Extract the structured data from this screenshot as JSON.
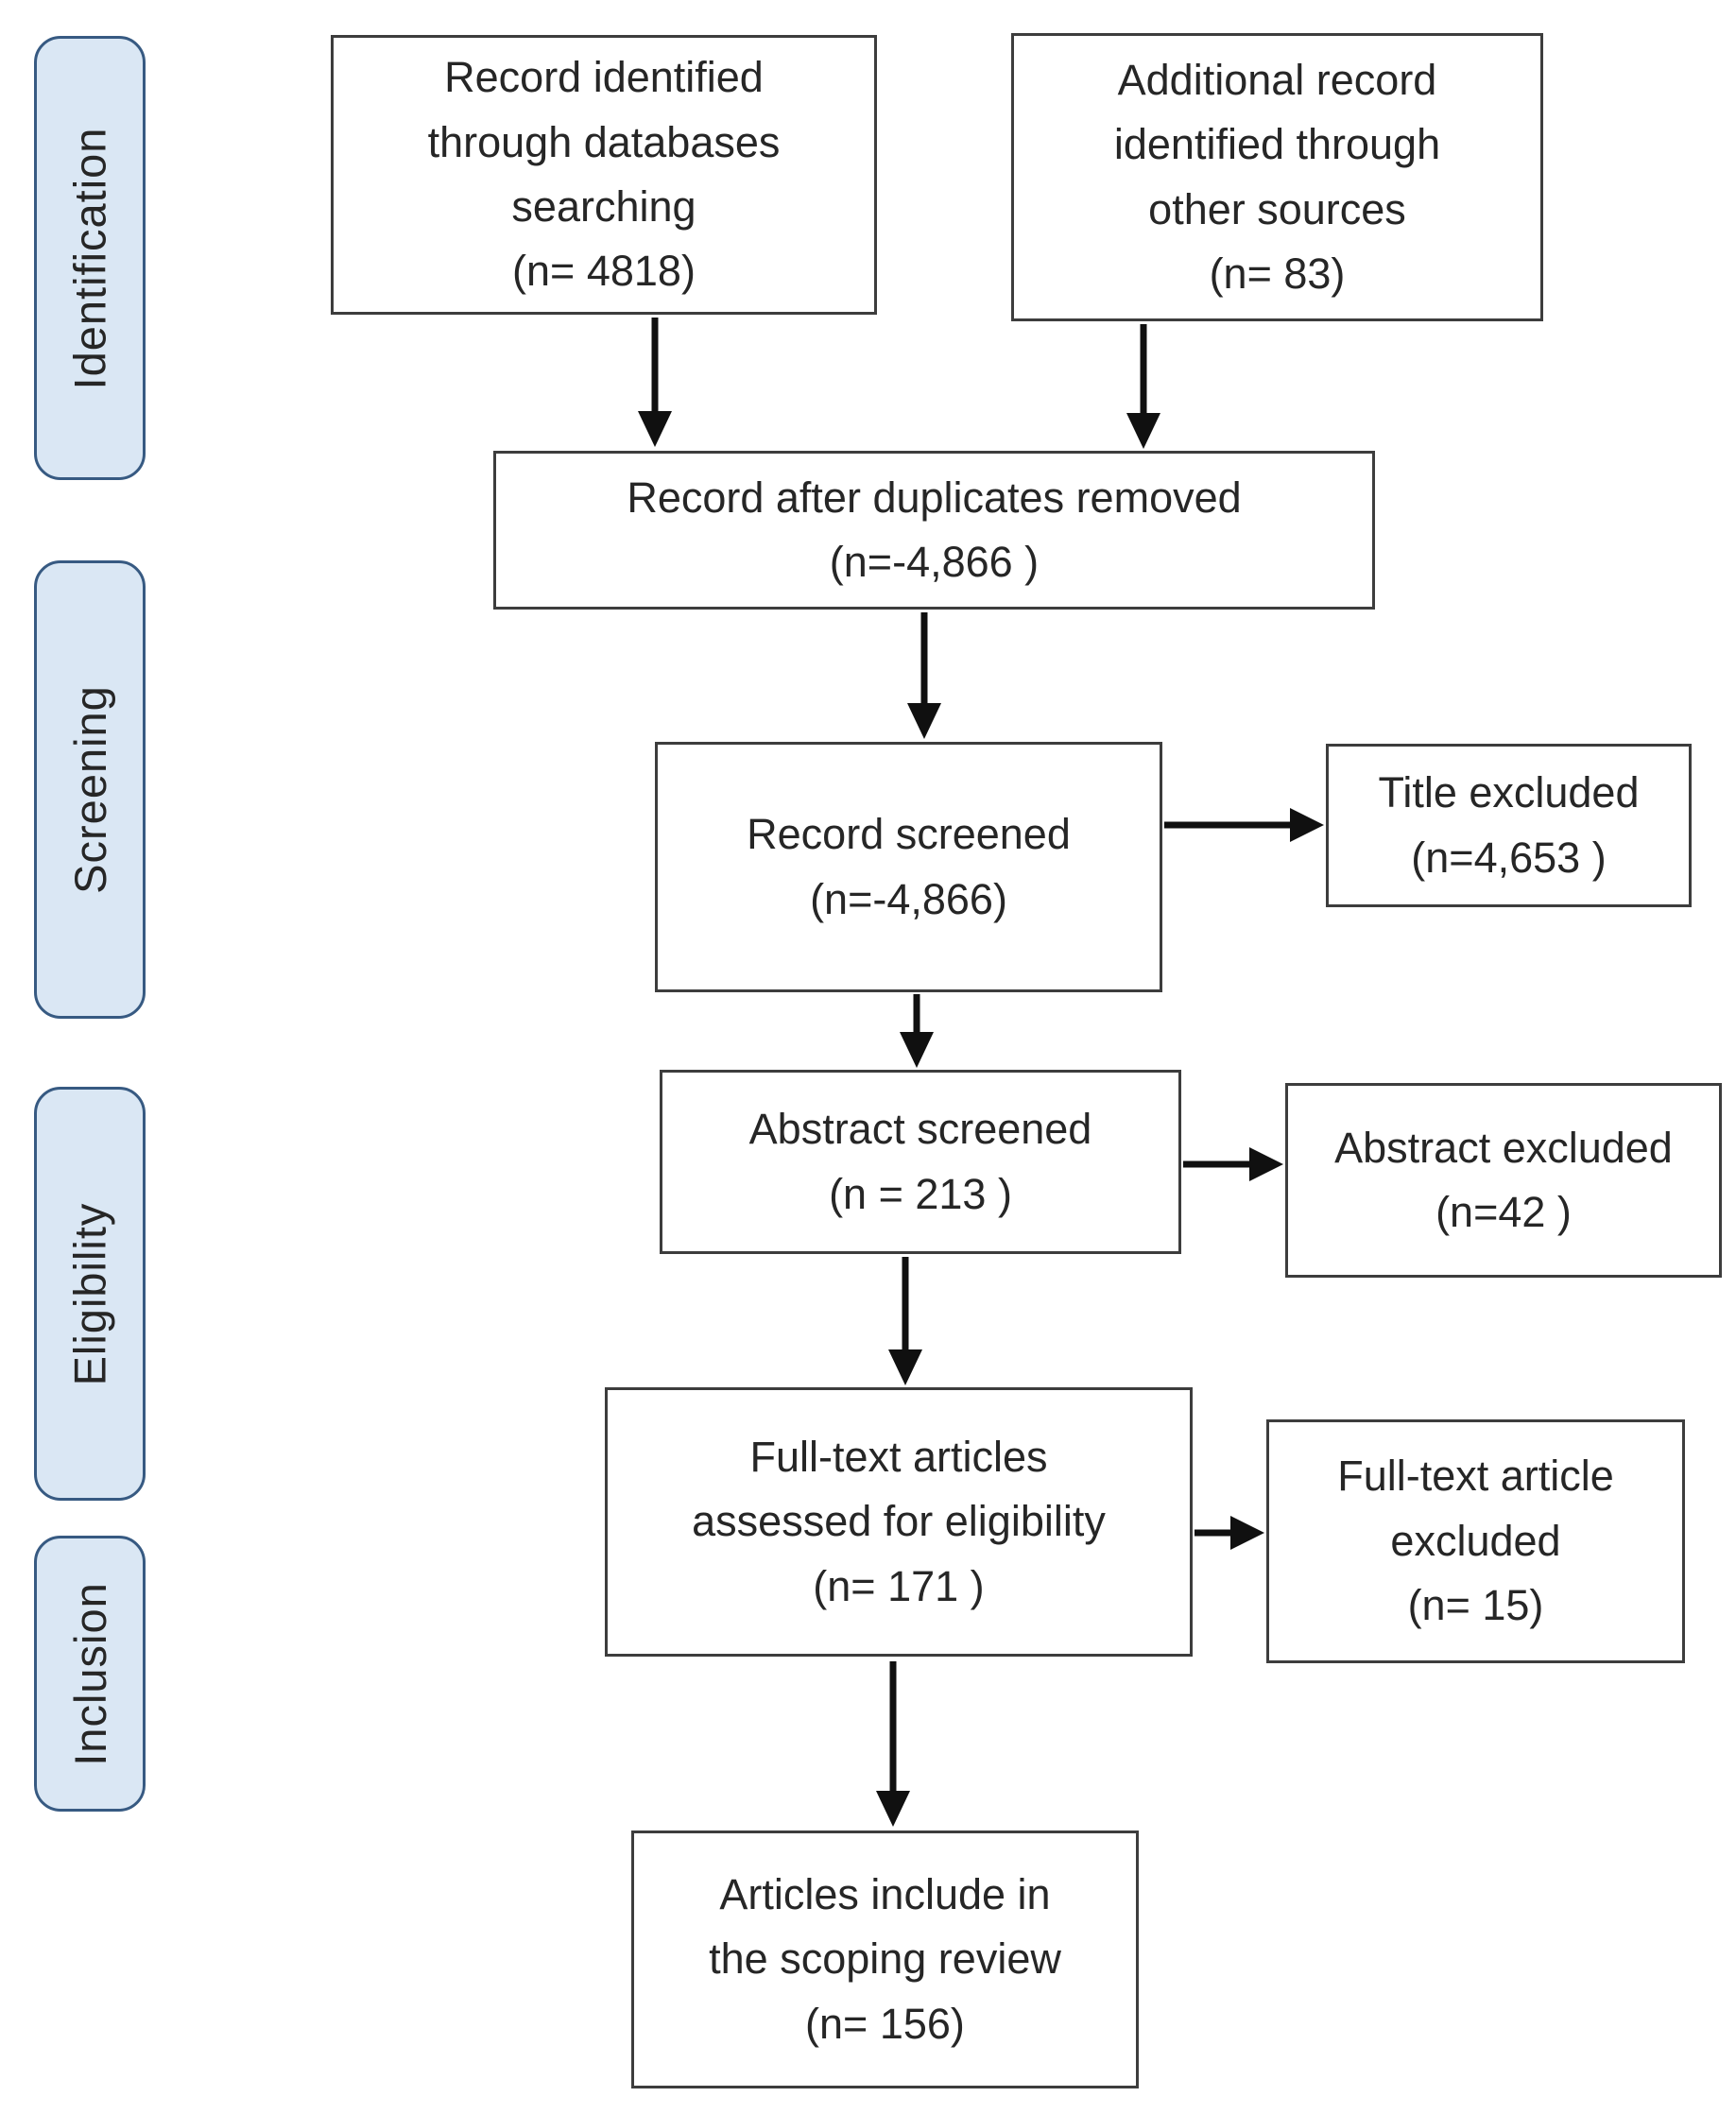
{
  "colors": {
    "stage_fill": "#dae7f4",
    "stage_border": "#375a82",
    "node_border": "#3d3d3d",
    "arrow_color": "#101010",
    "text_color": "#262626"
  },
  "stages": [
    {
      "id": "identification",
      "label": "Identification"
    },
    {
      "id": "screening",
      "label": "Screening"
    },
    {
      "id": "eligibility",
      "label": "Eligibility"
    },
    {
      "id": "inclusion",
      "label": "Inclusion"
    }
  ],
  "nodes": {
    "records_identified": {
      "label": "Record identified\nthrough databases\nsearching\n(n= 4818)"
    },
    "additional_records": {
      "label": "Additional record\nidentified through\nother sources\n(n= 83)"
    },
    "duplicates_removed": {
      "label": "Record after duplicates removed\n(n=-4,866 )"
    },
    "records_screened": {
      "label": "Record screened\n(n=-4,866)"
    },
    "title_excluded": {
      "label": "Title excluded\n(n=4,653 )"
    },
    "abstract_screened": {
      "label": "Abstract screened\n(n = 213 )"
    },
    "abstract_excluded": {
      "label": "Abstract excluded\n(n=42 )"
    },
    "fulltext_assessed": {
      "label": "Full-text articles\nassessed for eligibility\n(n= 171 )"
    },
    "fulltext_excluded": {
      "label": "Full-text article\nexcluded\n(n= 15)"
    },
    "articles_included": {
      "label": "Articles include in\nthe scoping review\n(n= 156)"
    }
  }
}
